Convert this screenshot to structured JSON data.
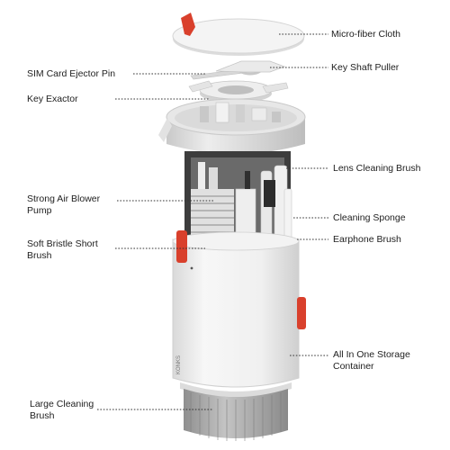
{
  "labels": {
    "micro_fiber_cloth": "Micro-fiber Cloth",
    "sim_card_ejector_pin": "SIM Card Ejector Pin",
    "key_shaft_puller": "Key Shaft Puller",
    "key_exactor": "Key Exactor",
    "lens_cleaning_brush": "Lens Cleaning Brush",
    "strong_air_blower_pump": "Strong Air Blower Pump",
    "cleaning_sponge": "Cleaning Sponge",
    "soft_bristle_short_brush": "Soft Bristle Short Brush",
    "earphone_brush": "Earphone Brush",
    "all_in_one_storage_container": "All In One Storage Container",
    "large_cleaning_brush": "Large Cleaning Brush"
  },
  "product": {
    "body_text": "KONKS"
  },
  "colors": {
    "accent_red": "#d9402c",
    "body_white": "#f2f2f2",
    "bristle_gray": "#a8a8a8"
  }
}
